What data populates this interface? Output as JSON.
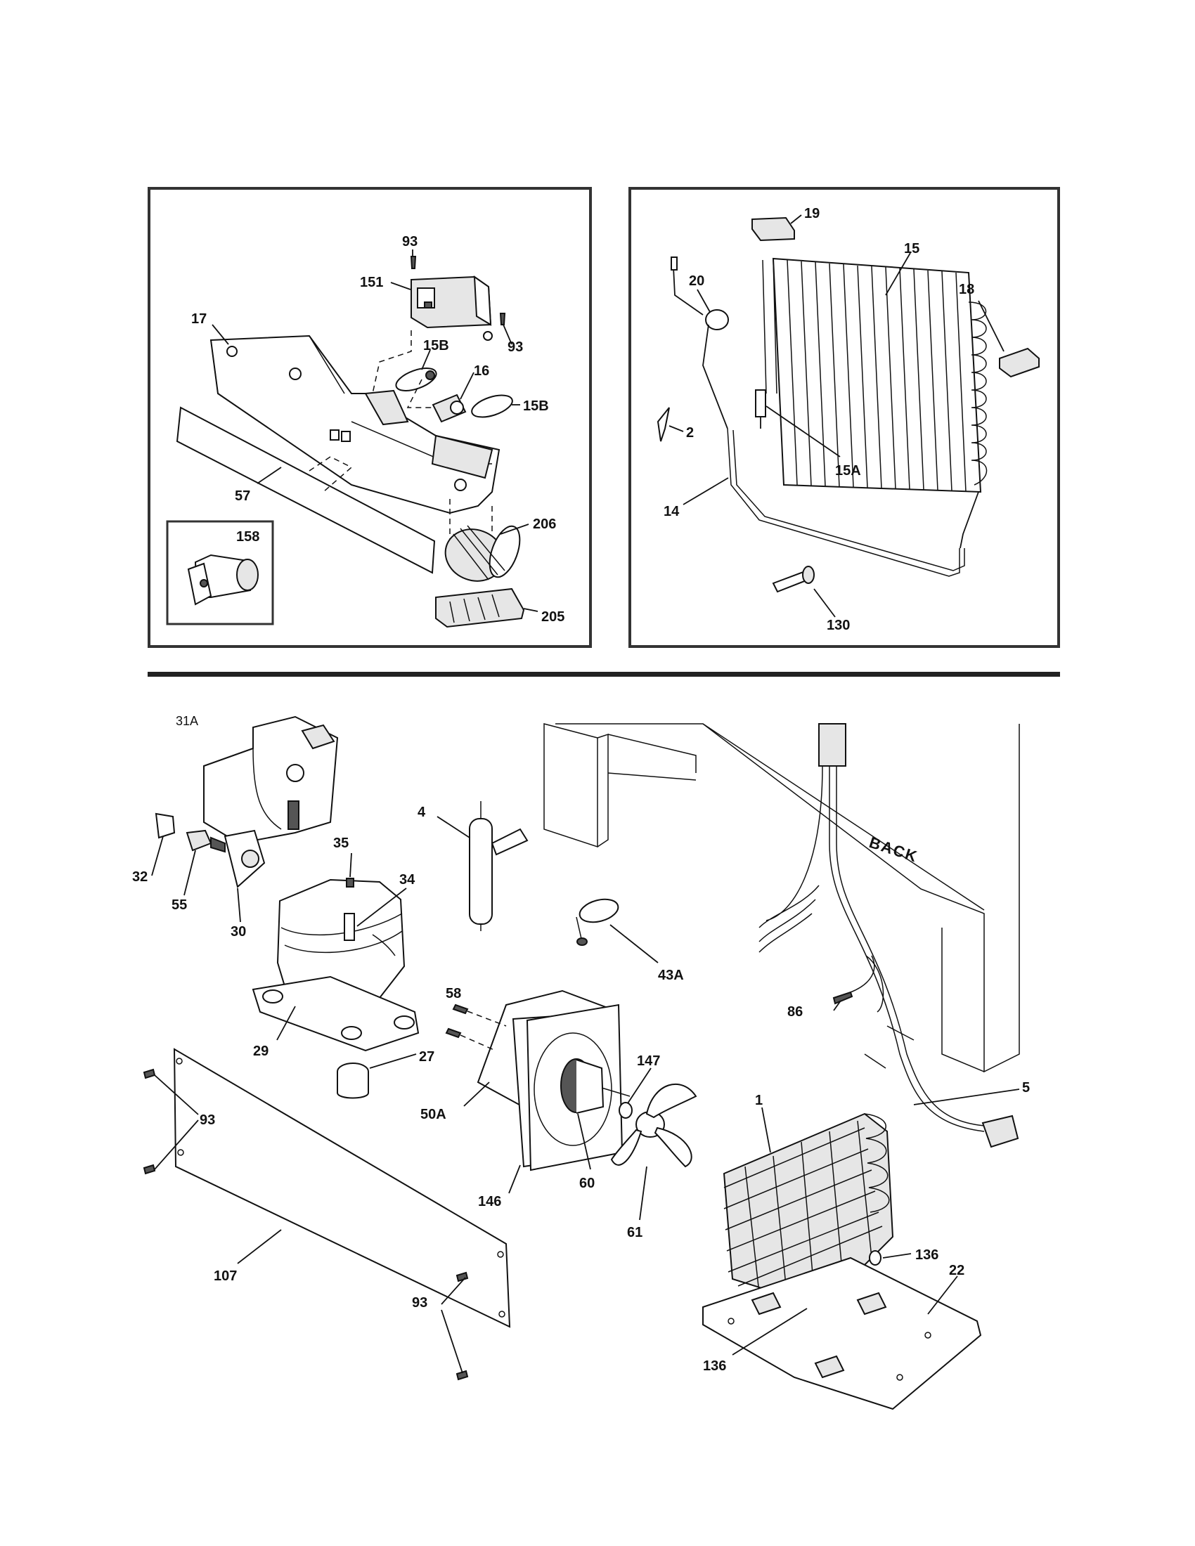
{
  "labels": {
    "p93_a": "93",
    "p151": "151",
    "p93_b": "93",
    "p17": "17",
    "p15b_a": "15B",
    "p16": "16",
    "p15b_b": "15B",
    "p57": "57",
    "p158": "158",
    "p206": "206",
    "p205": "205",
    "p19": "19",
    "p15": "15",
    "p20": "20",
    "p18": "18",
    "p2": "2",
    "p15a": "15A",
    "p14": "14",
    "p130": "130",
    "p31a": "31A",
    "p4": "4",
    "p32": "32",
    "p55": "55",
    "p30": "30",
    "p35": "35",
    "p34": "34",
    "p43a": "43A",
    "p58": "58",
    "p29": "29",
    "p27": "27",
    "p86": "86",
    "p5": "5",
    "p93_c": "93",
    "p147": "147",
    "p50a": "50A",
    "p1": "1",
    "p60": "60",
    "p146": "146",
    "p61": "61",
    "p107": "107",
    "p136_a": "136",
    "p22": "22",
    "p93_d": "93",
    "p136_b": "136"
  },
  "cabinet_text": "BACK",
  "colors": {
    "line": "#111111",
    "frame": "#333333",
    "background": "#ffffff"
  }
}
